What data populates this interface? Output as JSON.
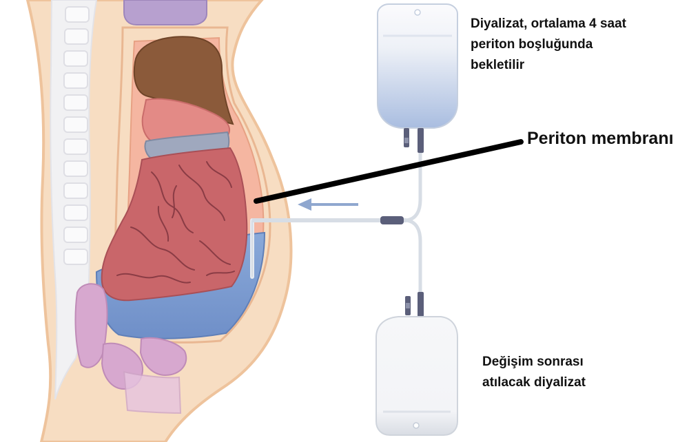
{
  "labels": {
    "dialysate_in": [
      "Diyalizat, ortalama 4 saat",
      "periton boşluğunda",
      "bekletilir"
    ],
    "membrane": "Periton membranı",
    "dialysate_out": [
      "Değişim sonrası",
      "atılacak diyalizat"
    ]
  },
  "colors": {
    "skin": "#f7ddc2",
    "skin_outline": "#eec39c",
    "peritoneal_cavity": "#f5b6a1",
    "liver": "#8b5a3a",
    "stomach": "#e38a86",
    "intestines": "#c9666a",
    "dialysate_fluid": "#7f9fd2",
    "bladder_and_organs": "#d7a8cf",
    "spine": "#f1f1f3",
    "tubing": "#d7dde5",
    "connector": "#5b5f7a",
    "flow_arrow": "#8fa7cf",
    "bag_fill": "#b8c8e6",
    "bag_empty": "#f4f5f7",
    "pointer_line": "#000000"
  }
}
